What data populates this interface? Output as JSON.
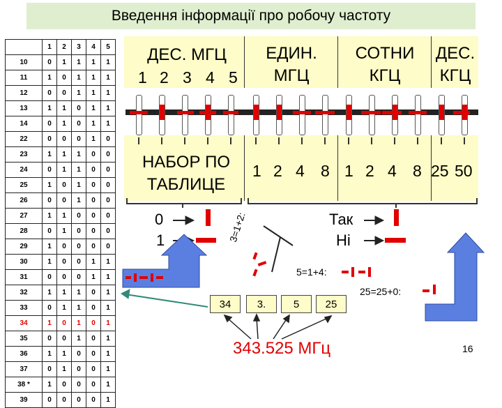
{
  "title": "Введення інформації про робочу частоту",
  "table": {
    "header": [
      "",
      "1",
      "2",
      "3",
      "4",
      "5"
    ],
    "rows": [
      [
        "10",
        "0",
        "1",
        "1",
        "1",
        "1"
      ],
      [
        "11",
        "1",
        "0",
        "1",
        "1",
        "1"
      ],
      [
        "12",
        "0",
        "0",
        "1",
        "1",
        "1"
      ],
      [
        "13",
        "1",
        "1",
        "0",
        "1",
        "1"
      ],
      [
        "14",
        "0",
        "1",
        "0",
        "1",
        "1"
      ],
      [
        "22",
        "0",
        "0",
        "0",
        "1",
        "0"
      ],
      [
        "23",
        "1",
        "1",
        "1",
        "0",
        "0"
      ],
      [
        "24",
        "0",
        "1",
        "1",
        "0",
        "0"
      ],
      [
        "25",
        "1",
        "0",
        "1",
        "0",
        "0"
      ],
      [
        "26",
        "0",
        "0",
        "1",
        "0",
        "0"
      ],
      [
        "27",
        "1",
        "1",
        "0",
        "0",
        "0"
      ],
      [
        "28",
        "0",
        "1",
        "0",
        "0",
        "0"
      ],
      [
        "29",
        "1",
        "0",
        "0",
        "0",
        "0"
      ],
      [
        "30",
        "1",
        "0",
        "0",
        "1",
        "1"
      ],
      [
        "31",
        "0",
        "0",
        "0",
        "1",
        "1"
      ],
      [
        "32",
        "1",
        "1",
        "1",
        "0",
        "1"
      ],
      [
        "33",
        "0",
        "1",
        "1",
        "0",
        "1"
      ],
      [
        "34",
        "1",
        "0",
        "1",
        "0",
        "1"
      ],
      [
        "35",
        "0",
        "0",
        "1",
        "0",
        "1"
      ],
      [
        "36",
        "1",
        "1",
        "0",
        "0",
        "1"
      ],
      [
        "37",
        "0",
        "1",
        "0",
        "0",
        "1"
      ],
      [
        "38",
        "1",
        "0",
        "0",
        "0",
        "1"
      ],
      [
        "39",
        "0",
        "0",
        "0",
        "0",
        "1"
      ]
    ],
    "highlight_code": "34",
    "highlight_color": "#e00000",
    "row38_marker": "*"
  },
  "groups": {
    "dec_mhz": {
      "label": "ДЕС. МГЦ",
      "bits": [
        "1",
        "2",
        "3",
        "4",
        "5"
      ],
      "bottom": [
        "НАБОР ПО",
        "ТАБЛИЦЕ"
      ]
    },
    "unit_mhz": {
      "label1": "ЕДИН.",
      "label2": "МГЦ",
      "bits": [
        "1",
        "2",
        "4",
        "8"
      ]
    },
    "hundreds_khz": {
      "label1": "СОТНИ",
      "label2": "КГЦ",
      "bits": [
        "1",
        "2",
        "4",
        "8"
      ]
    },
    "tens_khz": {
      "label1": "ДЕС.",
      "label2": "КГЦ",
      "bits": [
        "25",
        "50"
      ]
    }
  },
  "legend": {
    "zero": "0",
    "one": "1",
    "yes": "Так",
    "no": "Ні"
  },
  "equations": {
    "three": "3=1+2:",
    "five": "5=1+4:",
    "twentyfive": "25=25+0:"
  },
  "boxes": [
    "34",
    "3.",
    "5",
    "25"
  ],
  "frequency": "343.525 МГц",
  "page_number": "16",
  "colors": {
    "accent": "#e00000",
    "panel": "#fefcc8",
    "title_bg": "#dfeecf",
    "arrow": "#5b7fe0"
  }
}
